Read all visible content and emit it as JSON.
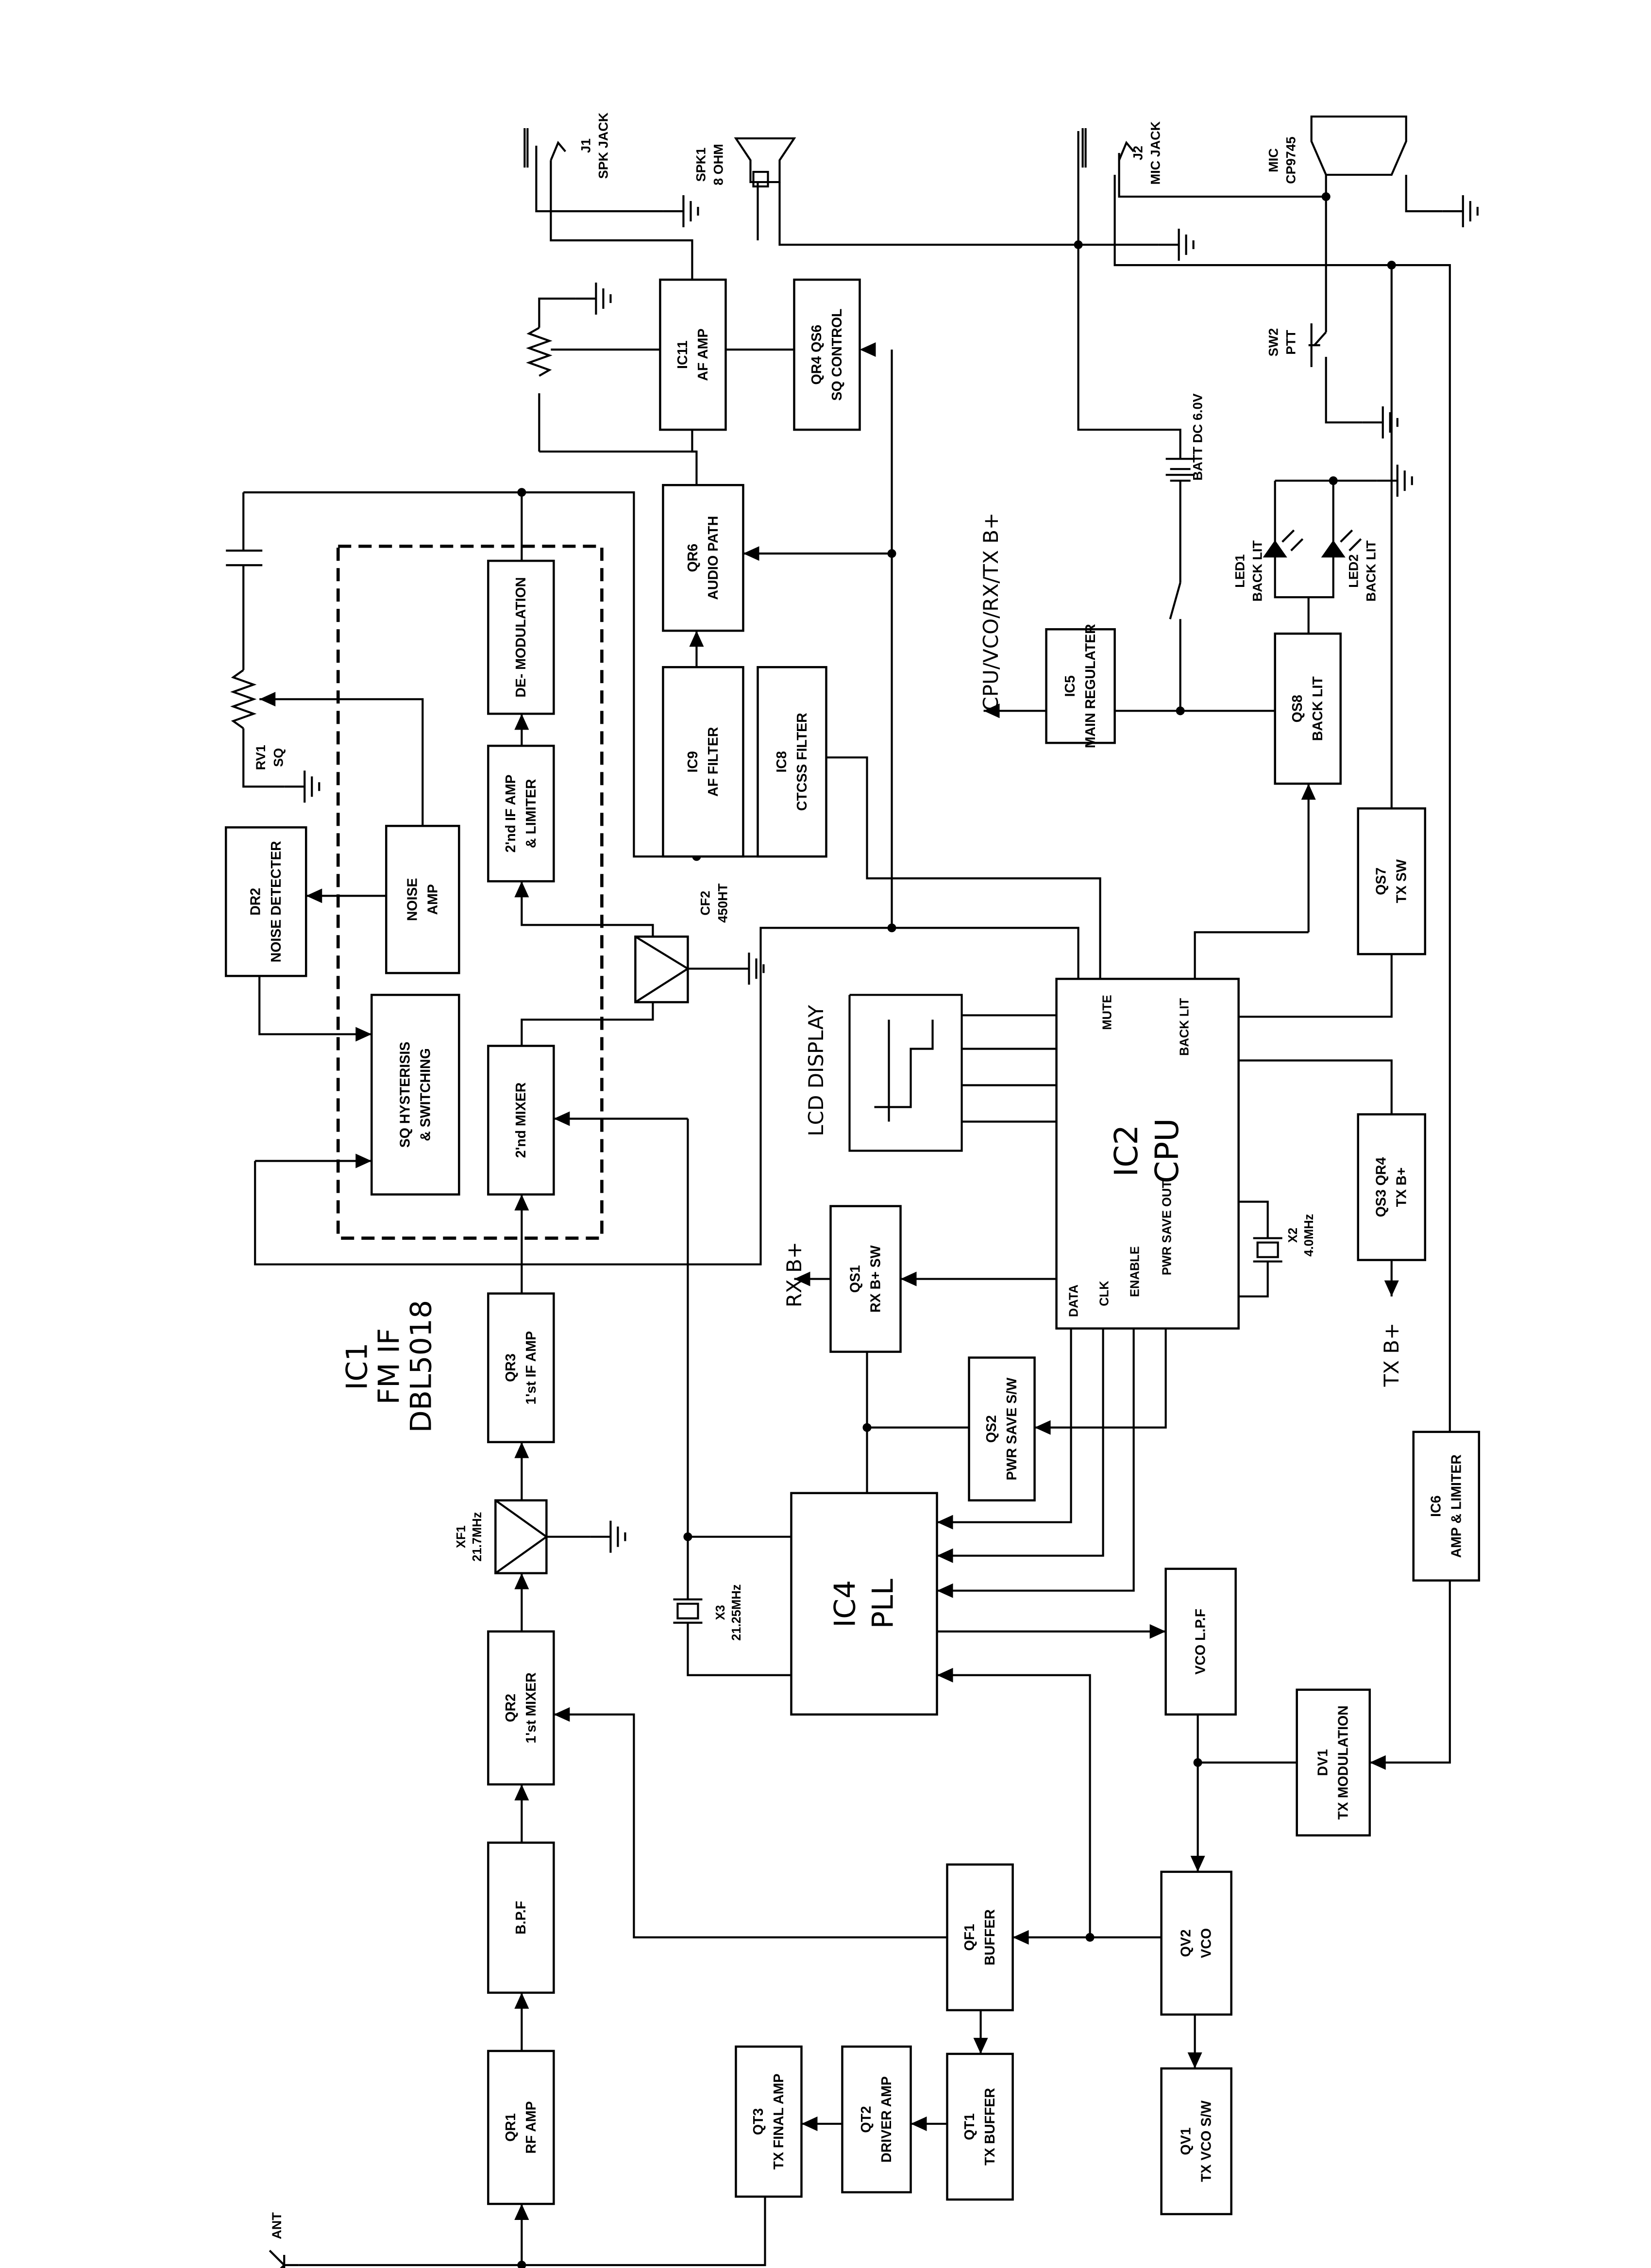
{
  "blocks": {
    "qr1": [
      "QR1",
      "RF AMP"
    ],
    "bpf": [
      "B.P.F"
    ],
    "qr2": [
      "QR2",
      "1'st MIXER"
    ],
    "qr3": [
      "QR3",
      "1'st IF AMP"
    ],
    "mix2": [
      "2'nd MIXER"
    ],
    "if2": [
      "2'nd IF AMP",
      "& LIMITER"
    ],
    "demod": [
      "DE- MODULATION"
    ],
    "sqh": [
      "SQ HYSTERISIS",
      "&  SWITCHING"
    ],
    "namp": [
      "NOISE",
      "AMP"
    ],
    "dr2": [
      "DR2",
      "NOISE DETECTER"
    ],
    "ic9": [
      "IC9",
      "AF FILTER"
    ],
    "ic8": [
      "IC8",
      "CTCSS FILTER"
    ],
    "qr6": [
      "QR6",
      "AUDIO PATH"
    ],
    "ic11": [
      "IC11",
      "AF AMP"
    ],
    "sqc": [
      "QR4 QS6",
      "SQ CONTROL"
    ],
    "ic5": [
      "IC5",
      "MAIN REGULATER"
    ],
    "qs8": [
      "QS8",
      "BACK LIT"
    ],
    "qs7": [
      "QS7",
      "TX SW"
    ],
    "qs3": [
      "QS3 QR4",
      "TX B+"
    ],
    "qs1": [
      "QS1",
      "RX B+ SW"
    ],
    "qs2": [
      "QS2",
      "PWR SAVE S/W"
    ],
    "ic4": [
      "IC4",
      "PLL"
    ],
    "vcolpf": [
      "VCO L.P.F"
    ],
    "dv1": [
      "DV1",
      "TX MODULATION"
    ],
    "ic6": [
      "IC6",
      "AMP & LIMITER"
    ],
    "qf1": [
      "QF1",
      "BUFFER"
    ],
    "qv2": [
      "QV2",
      "VCO"
    ],
    "qt1": [
      "QT1",
      "TX BUFFER"
    ],
    "qt2": [
      "QT2",
      "DRIVER AMP"
    ],
    "qt3": [
      "QT3",
      "TX FINAL AMP"
    ],
    "qv1": [
      "QV1",
      "TX VCO S/W"
    ]
  },
  "cpu": {
    "title": [
      "IC2",
      "CPU"
    ],
    "pins": {
      "mute": "MUTE",
      "back_lit": "BACK LIT",
      "data": "DATA",
      "clk": "CLK",
      "enable": "ENABLE",
      "pwr_save_out": "PWR SAVE OUT"
    }
  },
  "labels": {
    "ic1": [
      "IC1",
      "FM IF",
      "DBL5018"
    ],
    "xf1": [
      "XF1",
      "21.7MHz"
    ],
    "x3": [
      "X3",
      "21.25MHz"
    ],
    "x2": [
      "X2",
      "4.0MHz"
    ],
    "cf2": [
      "CF2",
      "450HT"
    ],
    "rv1": [
      "RV1",
      "SQ"
    ],
    "j1": [
      "J1",
      "SPK JACK"
    ],
    "spk1": [
      "SPK1",
      "8 OHM"
    ],
    "j2": [
      "J2",
      "MIC JACK"
    ],
    "mic": [
      "MIC",
      "CP9745"
    ],
    "sw2": [
      "SW2",
      "PTT"
    ],
    "batt": [
      "BATT DC 6.0V"
    ],
    "led1": [
      "LED1",
      "BACK LIT"
    ],
    "led2": [
      "LED2",
      "BACK LIT"
    ],
    "lcd": [
      "LCD DISPLAY"
    ],
    "supply": [
      "CPU/VCO/RX/TX B+"
    ],
    "rxb": [
      "RX B+"
    ],
    "txb": [
      "TX B+"
    ],
    "ant": [
      "ANT"
    ]
  }
}
